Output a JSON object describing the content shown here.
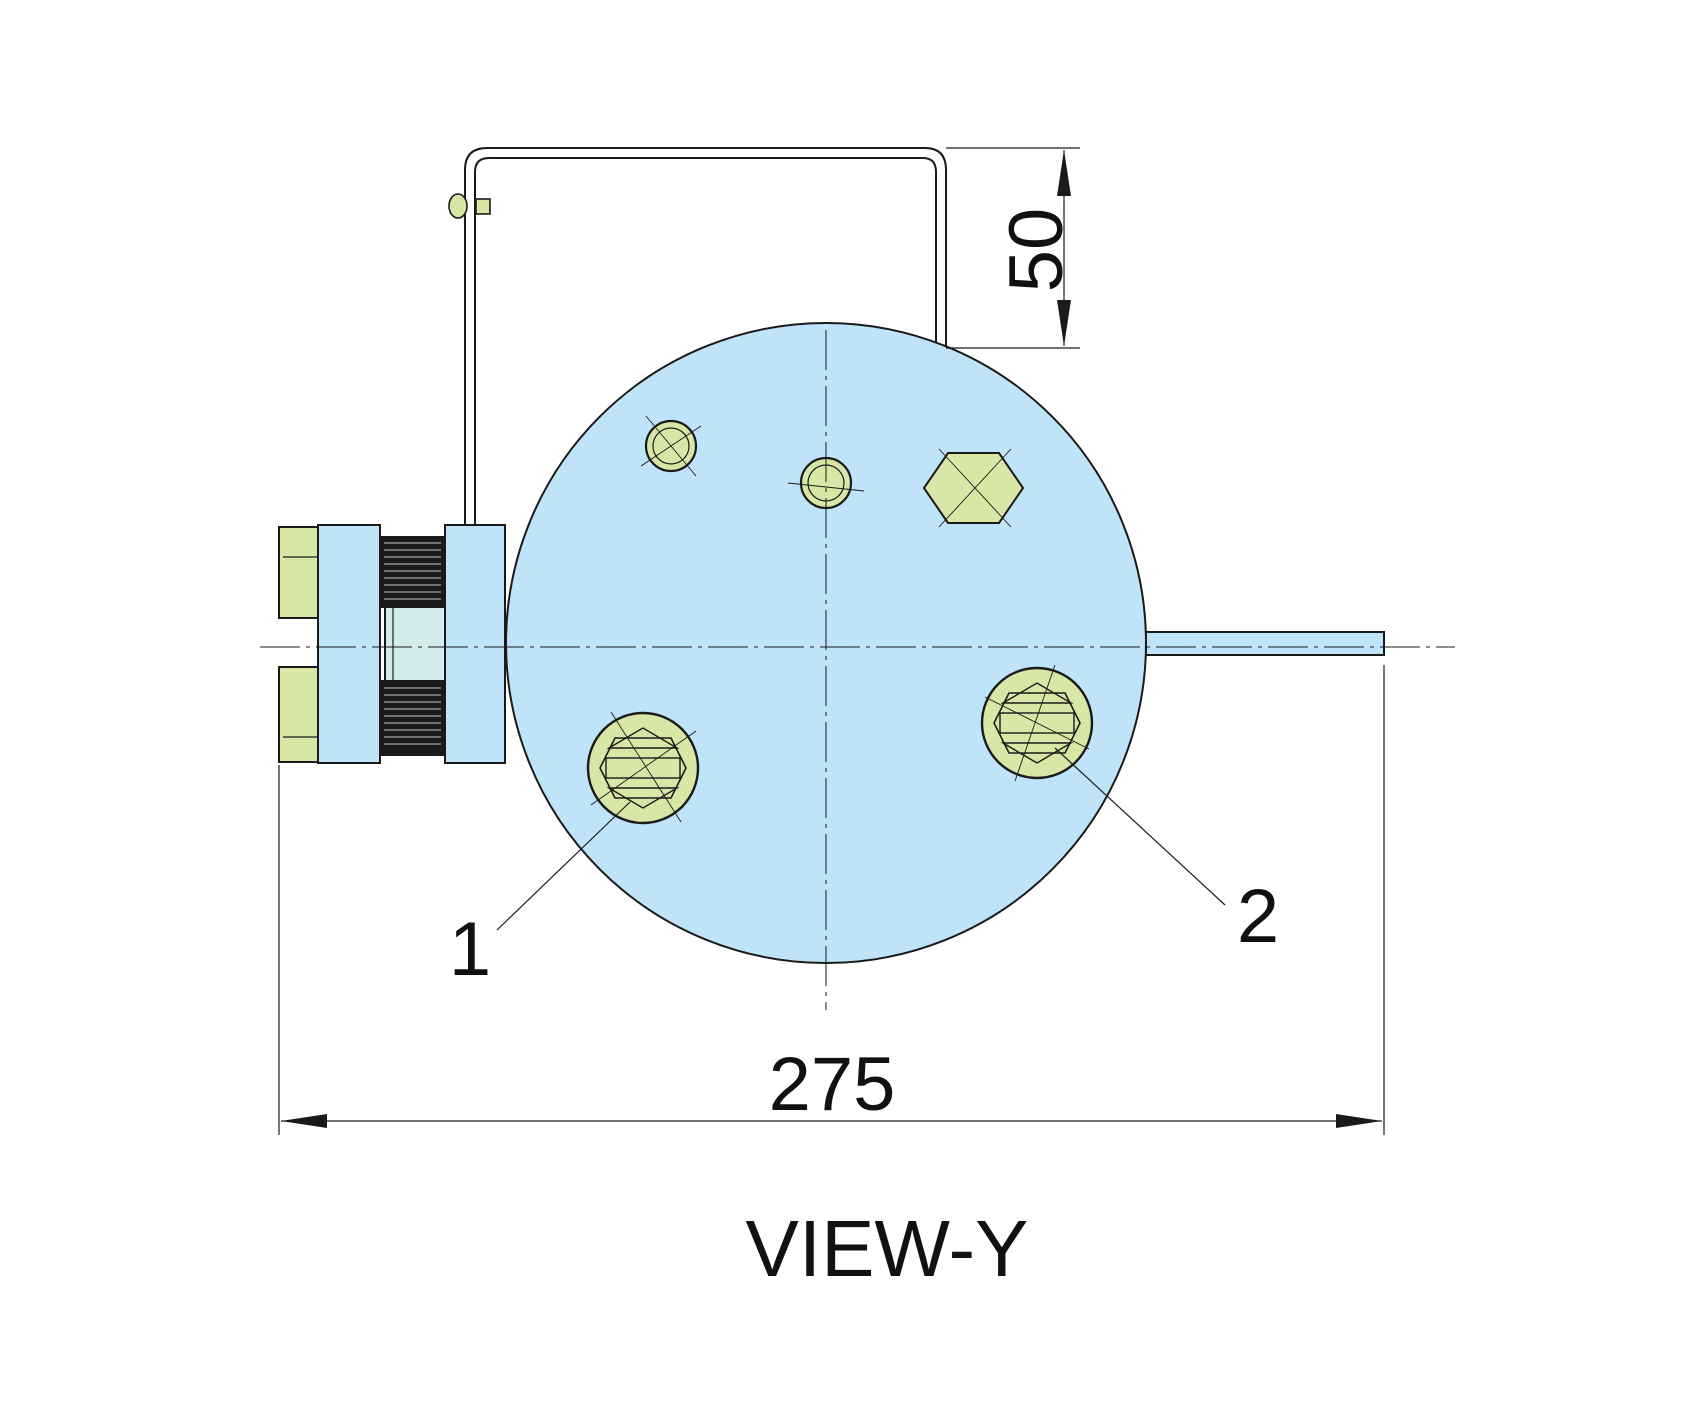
{
  "dimensions": {
    "width_value": "275",
    "height_value": "50"
  },
  "callouts": {
    "item_1": "1",
    "item_2": "2"
  },
  "view_title": "VIEW-Y",
  "colors": {
    "body_fill": "#bfe3f8",
    "fitting_fill": "#d8e6a6",
    "thread_fill": "#1a1a1a",
    "insert_fill": "#d4ecec",
    "line": "#1a1a1a"
  }
}
